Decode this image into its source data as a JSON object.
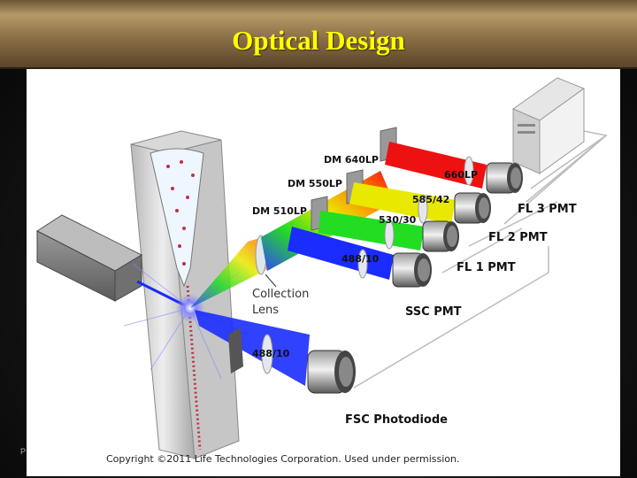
{
  "slide": {
    "title": "Optical Design",
    "page_mark": "P"
  },
  "diagram": {
    "dichroic_mirrors": [
      "DM 640LP",
      "DM 550LP",
      "DM 510LP"
    ],
    "filters": [
      "660LP",
      "585/42",
      "530/30",
      "488/10",
      "488/10"
    ],
    "detectors": [
      "FL 3 PMT",
      "FL 2 PMT",
      "FL 1 PMT",
      "SSC PMT",
      "FSC Photodiode"
    ],
    "lens_label_line1": "Collection",
    "lens_label_line2": "Lens",
    "copyright": "Copyright ©2011 Life Technologies Corporation.  Used under permission."
  },
  "colors": {
    "title": "#ffff00",
    "laser_blue": "#1a2cff",
    "green": "#22dd22",
    "yellow": "#e8e800",
    "red": "#ee1111"
  }
}
